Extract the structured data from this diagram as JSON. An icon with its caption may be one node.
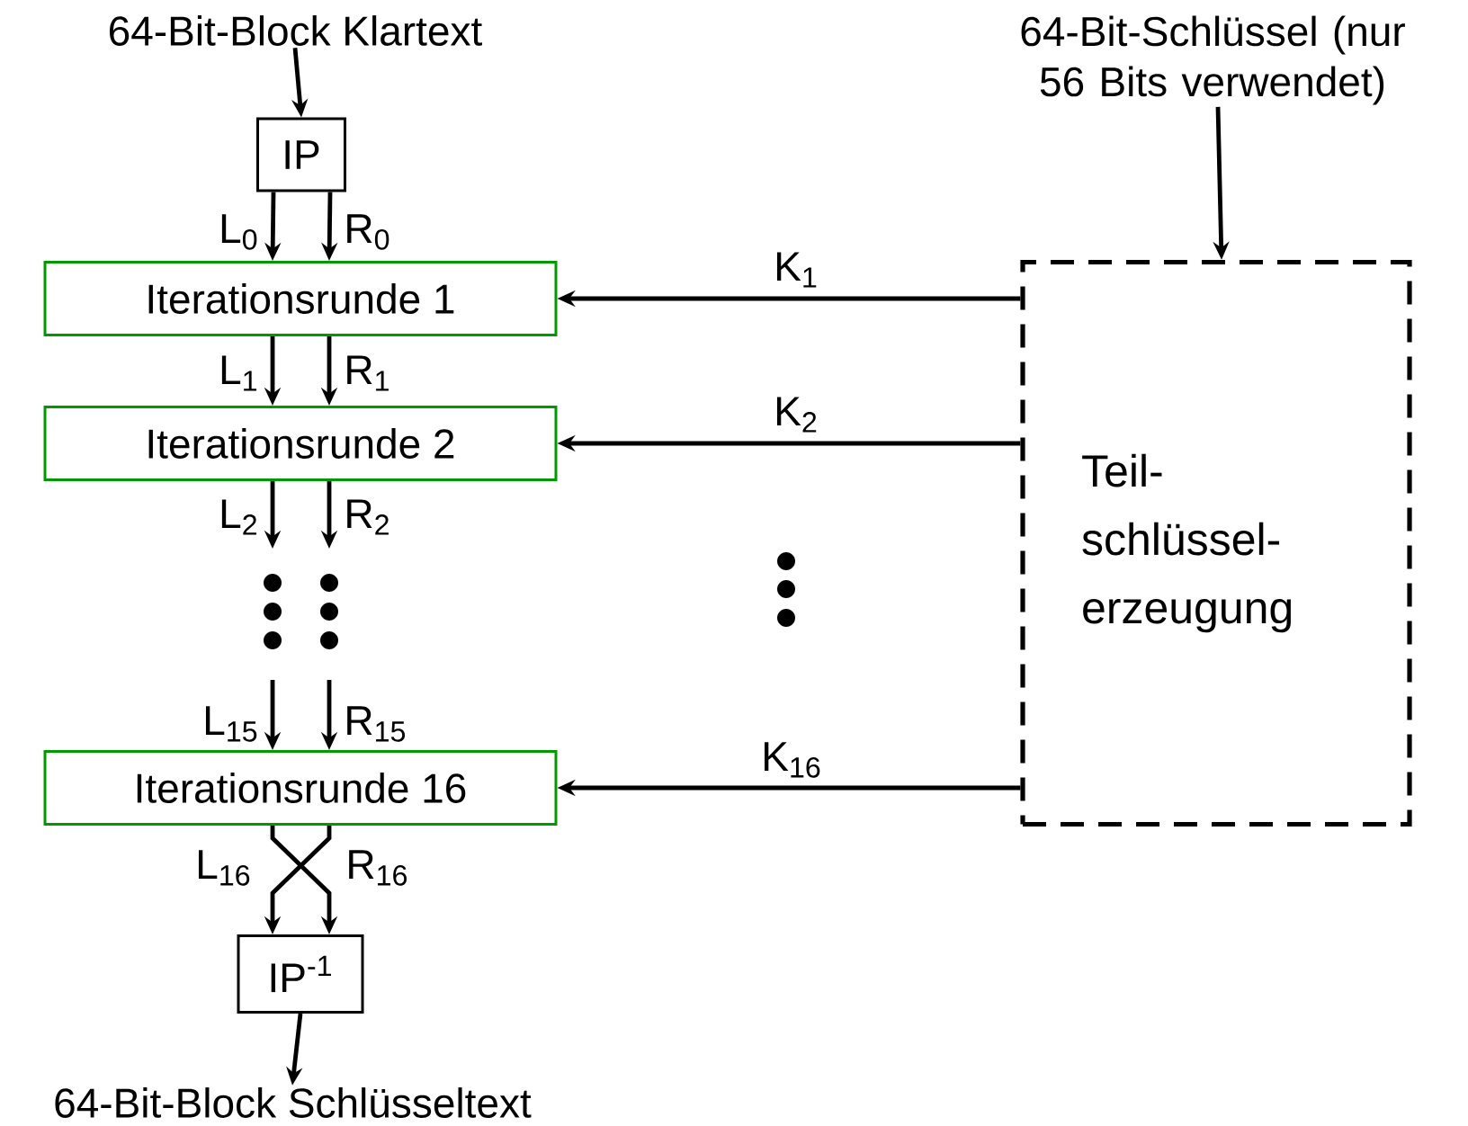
{
  "diagram": {
    "nodes": [
      {
        "text": [
          "64-Bit-Block Klartext"
        ]
      },
      {
        "text": [
          "IP"
        ]
      },
      {
        "text": [
          "Iterationsrunde 1"
        ]
      },
      {
        "text": [
          "Iterationsrunde 2"
        ]
      },
      {
        "text": [
          "Iterationsrunde 16"
        ]
      },
      {
        "text": [
          "IP$^{-1}$"
        ]
      },
      {
        "text": [
          "64-Bit-Block Schlüsseltext"
        ]
      },
      {
        "text": [
          "64-Bit-Schlüssel (nur 56 Bits verwendet)"
        ]
      },
      {
        "text": [
          "Teil- schlüssel- erzeugung"
        ]
      }
    ],
    "edges": [
      {
        "from": 0,
        "to": 1,
        "arrow": "to"
      },
      {
        "from": 1,
        "to": 2,
        "arrow": "to",
        "label": "L$_{0}$"
      },
      {
        "from": 1,
        "to": 2,
        "arrow": "to",
        "label": "R$_{0}$"
      },
      {
        "from": 2,
        "to": 3,
        "arrow": "to",
        "label": "L$_{1}$"
      },
      {
        "from": 2,
        "to": 3,
        "arrow": "to",
        "label": "R$_{1}$"
      },
      {
        "from": 3,
        "to": null,
        "arrow": "to",
        "label": "L$_{2}$"
      },
      {
        "from": 3,
        "to": null,
        "arrow": "to",
        "label": "R$_{2}$"
      },
      {
        "from": null,
        "to": 4,
        "arrow": "to",
        "label": "L$_{15}$"
      },
      {
        "from": null,
        "to": 4,
        "arrow": "to",
        "label": "R$_{15}$"
      },
      {
        "from": 4,
        "to": 5,
        "arrow": "to",
        "label": "L$_{16}$"
      },
      {
        "from": 4,
        "to": 5,
        "arrow": "to",
        "label": "R$_{16}$"
      },
      {
        "from": 5,
        "to": 6,
        "arrow": "to"
      },
      {
        "from": 7,
        "to": 8,
        "arrow": "to"
      },
      {
        "from": 8,
        "to": 2,
        "arrow": "to",
        "label": "K$_{1}$"
      },
      {
        "from": 8,
        "to": 3,
        "arrow": "to",
        "label": "K$_{2}$"
      },
      {
        "from": 8,
        "to": 4,
        "arrow": "to",
        "label": "K$_{16}$"
      }
    ]
  }
}
